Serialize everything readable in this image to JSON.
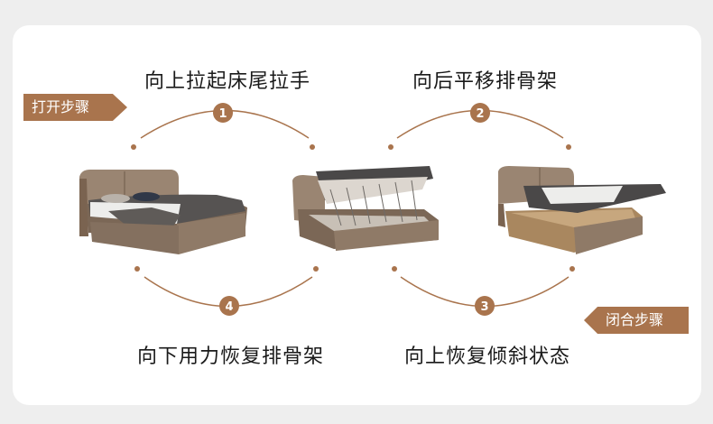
{
  "steps": [
    {
      "number": "1",
      "label": "向上拉起床尾拉手"
    },
    {
      "number": "2",
      "label": "向后平移排骨架"
    },
    {
      "number": "3",
      "label": "向上恢复倾斜状态"
    },
    {
      "number": "4",
      "label": "向下用力恢复排骨架"
    }
  ],
  "tags": {
    "open": "打开步骤",
    "close": "闭合步骤"
  },
  "colors": {
    "accent": "#a9744d",
    "frame": "#8a6e58",
    "mattress": "#4a4848",
    "background": "#eeeeee"
  }
}
